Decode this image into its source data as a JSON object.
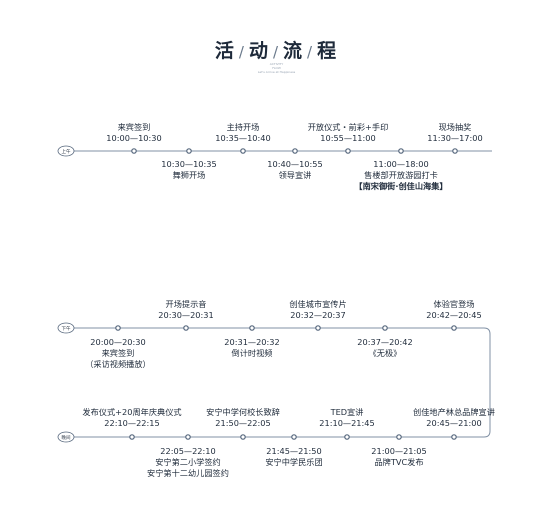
{
  "title_chars": [
    "活",
    "动",
    "流",
    "程"
  ],
  "title_sep": "/",
  "subtitle_lines": [
    "ACTIVITY",
    "FLOW",
    "Let's Arrive at Happiness"
  ],
  "colors": {
    "line": "#8090a4",
    "dot": "#55667c",
    "text": "#1e2a3a"
  },
  "rows": [
    {
      "marker": "上午",
      "above": [
        {
          "name": "来宾签到",
          "time": "10:00—10:30"
        },
        {
          "name": "主持开场",
          "time": "10:35—10:40"
        },
        {
          "name": "开放仪式・前彩+手印",
          "time": "10:55—11:00"
        },
        {
          "name": "现场抽奖",
          "time": "11:30—17:00"
        }
      ],
      "below": [
        {
          "time": "10:30—10:35",
          "name": "舞狮开场"
        },
        {
          "time": "10:40—10:55",
          "name": "领导宣讲"
        },
        {
          "time": "11:00—18:00",
          "name": "售楼部开放游园打卡",
          "extra": "【南宋御街·创佳山海集】"
        }
      ]
    },
    {
      "marker": "下午",
      "above": [
        {
          "name": "开场提示音",
          "time": "20:30—20:31"
        },
        {
          "name": "创佳城市宣传片",
          "time": "20:32—20:37"
        },
        {
          "name": "体验官登场",
          "time": "20:42—20:45"
        }
      ],
      "below": [
        {
          "time": "20:00—20:30",
          "name": "来宾签到",
          "extra": "（采访视频播放）"
        },
        {
          "time": "20:31—20:32",
          "name": "倒计时视频"
        },
        {
          "time": "20:37—20:42",
          "name": "《无极》"
        }
      ]
    },
    {
      "marker": "晚间",
      "above": [
        {
          "name": "发布仪式+20周年庆典仪式",
          "time": "22:10—22:15"
        },
        {
          "name": "安宁中学何校长致辞",
          "time": "21:50—22:05"
        },
        {
          "name": "TED宣讲",
          "time": "21:10—21:45"
        },
        {
          "name": "创佳地产林总品牌宣讲",
          "time": "20:45—21:00"
        }
      ],
      "below": [
        {
          "time": "22:05—22:10",
          "name": "安宁第二小学签约",
          "extra": "安宁第十二幼儿园签约"
        },
        {
          "time": "21:45—21:50",
          "name": "安宁中学民乐团"
        },
        {
          "time": "21:00—21:05",
          "name": "品牌TVC发布"
        }
      ]
    }
  ]
}
